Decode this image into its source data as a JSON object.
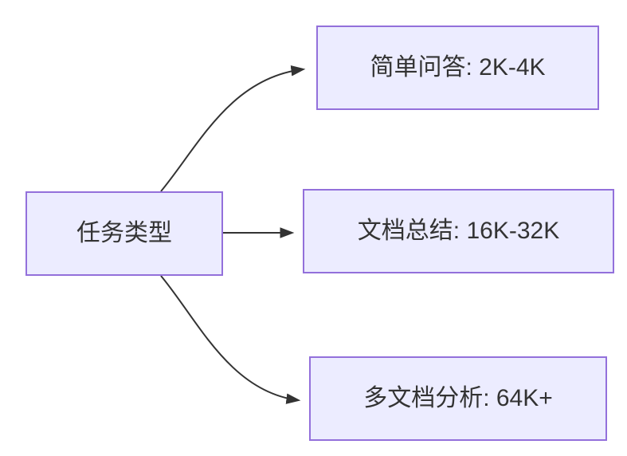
{
  "diagram": {
    "type": "flowchart",
    "direction": "left-to-right",
    "root_node": {
      "id": "task-type",
      "label": "任务类型"
    },
    "leaf_nodes": [
      {
        "id": "simple-qa",
        "label": "简单问答: 2K-4K"
      },
      {
        "id": "doc-summary",
        "label": "文档总结: 16K-32K"
      },
      {
        "id": "multi-doc",
        "label": "多文档分析: 64K+"
      }
    ],
    "edges": [
      {
        "from": "task-type",
        "to": "simple-qa"
      },
      {
        "from": "task-type",
        "to": "doc-summary"
      },
      {
        "from": "task-type",
        "to": "multi-doc"
      }
    ],
    "colors": {
      "node_fill": "#ECECFF",
      "node_border": "#9370DB",
      "edge": "#333333",
      "text": "#333333",
      "background": "#FFFFFF"
    }
  }
}
